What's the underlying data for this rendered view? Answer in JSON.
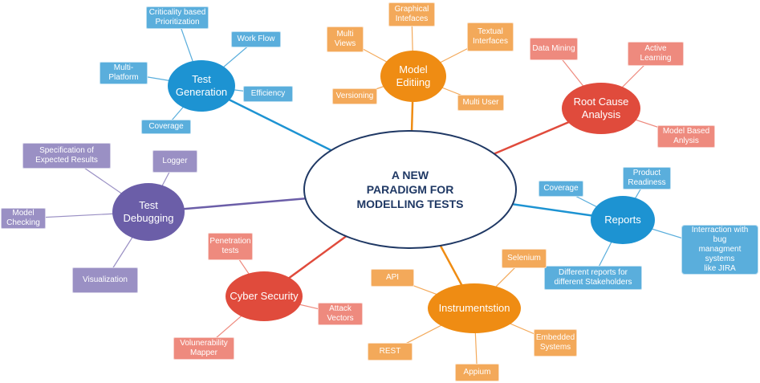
{
  "center": {
    "label": "A NEW\nPARADIGM FOR\nMODELLING TESTS",
    "border_color": "#1f3864",
    "text_color": "#1f3864"
  },
  "branches": [
    {
      "id": "test-generation",
      "label": "Test\nGeneration",
      "hub_color": "#1d93d2",
      "leaf_color": "#5aaedc",
      "line_color": "#1d93d2",
      "leaves": [
        "Criticality based\nPrioritization",
        "Work Flow",
        "Multi-\nPlatform",
        "Efficiency",
        "Coverage"
      ]
    },
    {
      "id": "model-editing",
      "label": "Model\nEditiing",
      "hub_color": "#ef8c13",
      "leaf_color": "#f3a95a",
      "line_color": "#ef8c13",
      "leaves": [
        "Graphical\nIntefaces",
        "Multi\nViews",
        "Textual\nInterfaces",
        "Versioning",
        "Multi User"
      ]
    },
    {
      "id": "root-cause-analysis",
      "label": "Root Cause\nAnalysis",
      "hub_color": "#e04b3c",
      "leaf_color": "#ee8a7e",
      "line_color": "#e04b3c",
      "leaves": [
        "Data Mining",
        "Active\nLearning",
        "Model Based\nAnlysis"
      ]
    },
    {
      "id": "reports",
      "label": "Reports",
      "hub_color": "#1d93d2",
      "leaf_color": "#5aaedc",
      "line_color": "#1d93d2",
      "leaves": [
        "Coverage",
        "Product\nReadiness",
        "Interraction with bug\nmanagment systems\nlike JIRA",
        "Different  reports for\ndifferent Stakeholders"
      ]
    },
    {
      "id": "instrumentation",
      "label": "Instrumentstion",
      "hub_color": "#ef8c13",
      "leaf_color": "#f3a95a",
      "line_color": "#ef8c13",
      "leaves": [
        "Selenium",
        "API",
        "Embedded\nSystems",
        "REST",
        "Appium"
      ]
    },
    {
      "id": "cyber-security",
      "label": "Cyber Security",
      "hub_color": "#e04b3c",
      "leaf_color": "#ee8a7e",
      "line_color": "#e04b3c",
      "leaves": [
        "Penetration\ntests",
        "Attack\nVectors",
        "Volunerability\nMapper"
      ]
    },
    {
      "id": "test-debugging",
      "label": "Test\nDebugging",
      "hub_color": "#6b5ea8",
      "leaf_color": "#9a90c4",
      "line_color": "#6b5ea8",
      "leaves": [
        "Specification of\nExpected Results",
        "Logger",
        "Model\nChecking",
        "Visualization"
      ]
    }
  ]
}
